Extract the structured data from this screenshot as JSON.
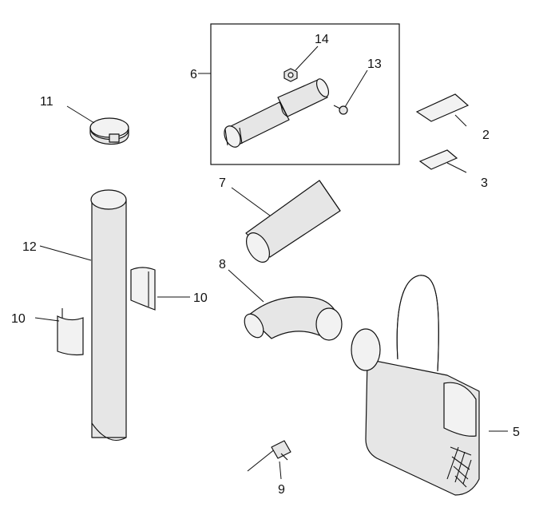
{
  "callouts": {
    "c2": "2",
    "c3": "3",
    "c5": "5",
    "c6": "6",
    "c7": "7",
    "c8": "8",
    "c9": "9",
    "c10a": "10",
    "c10b": "10",
    "c11": "11",
    "c12": "12",
    "c13": "13",
    "c14": "14"
  }
}
